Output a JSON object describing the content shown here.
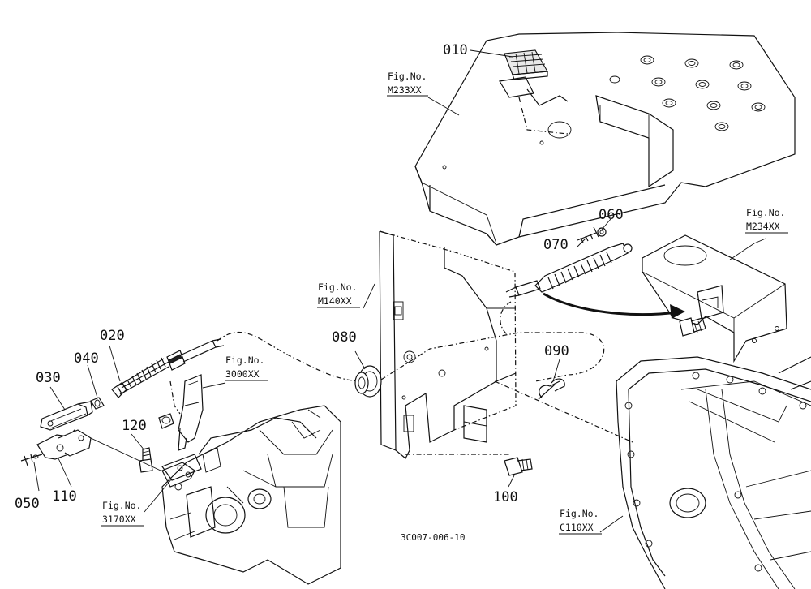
{
  "parts": [
    {
      "id": "p010",
      "number": "010"
    },
    {
      "id": "p020",
      "number": "020"
    },
    {
      "id": "p030",
      "number": "030"
    },
    {
      "id": "p040",
      "number": "040"
    },
    {
      "id": "p050",
      "number": "050"
    },
    {
      "id": "p060",
      "number": "060"
    },
    {
      "id": "p070",
      "number": "070"
    },
    {
      "id": "p080",
      "number": "080"
    },
    {
      "id": "p090",
      "number": "090"
    },
    {
      "id": "p100",
      "number": "100"
    },
    {
      "id": "p110",
      "number": "110"
    },
    {
      "id": "p120",
      "number": "120"
    }
  ],
  "fig_refs": [
    {
      "label": "Fig.No.",
      "code": "M233XX"
    },
    {
      "label": "Fig.No.",
      "code": "M234XX"
    },
    {
      "label": "Fig.No.",
      "code": "M140XX"
    },
    {
      "label": "Fig.No.",
      "code": "3000XX"
    },
    {
      "label": "Fig.No.",
      "code": "3170XX"
    },
    {
      "label": "Fig.No.",
      "code": "C110XX"
    }
  ],
  "drawing_code": "3C007-006-10"
}
